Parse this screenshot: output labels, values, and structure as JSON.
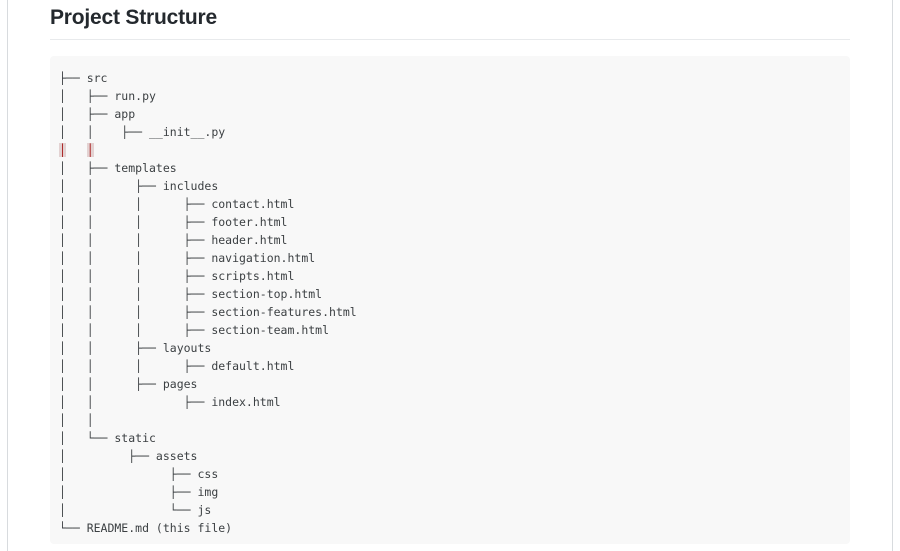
{
  "page": {
    "title": "Project Structure"
  },
  "code_block": {
    "lines": [
      "├── src",
      "│   ├── run.py",
      "│   ├── app",
      "│   │    ├── __init__.py",
      "│   │",
      "│   ├── templates",
      "│   │      ├── includes",
      "│   │      │      ├── contact.html",
      "│   │      │      ├── footer.html",
      "│   │      │      ├── header.html",
      "│   │      │      ├── navigation.html",
      "│   │      │      ├── scripts.html",
      "│   │      │      ├── section-top.html",
      "│   │      │      ├── section-features.html",
      "│   │      │      ├── section-team.html",
      "│   │      ├── layouts",
      "│   │      │      ├── default.html",
      "│   │      ├── pages",
      "│   │             ├── index.html",
      "│   │",
      "│   └── static",
      "│         ├── assets",
      "│               ├── css",
      "│               ├── img",
      "│               └── js",
      "└── README.md (this file)"
    ],
    "error_line_index": 4,
    "error_char": "│"
  },
  "colors": {
    "page_bg": "#ffffff",
    "panel_border": "#d8dbde",
    "heading_color": "#24292e",
    "heading_rule": "#e8eaec",
    "code_bg": "#f8f8f8",
    "code_text": "#3c4043",
    "error_text": "#a61717",
    "error_bg": "#e3d2d2"
  }
}
